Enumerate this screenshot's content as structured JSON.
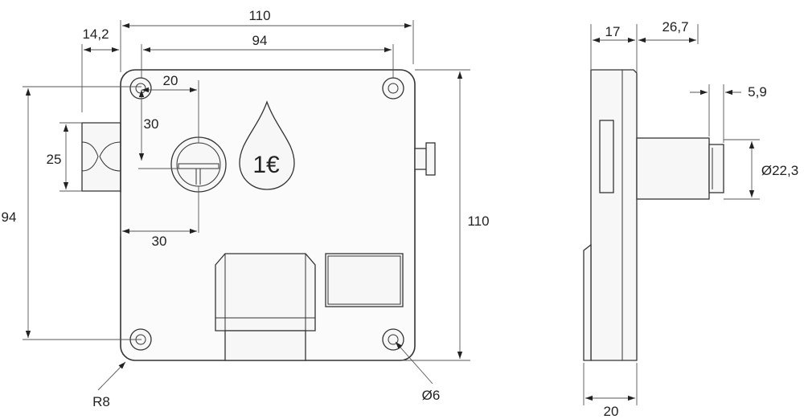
{
  "coin_label": "1€",
  "dimensions": {
    "overall_width": "110",
    "hole_spacing_x": "94",
    "left_offset": "14,2",
    "keyhole_x": "20",
    "keyhole_y": "30",
    "slot_height": "25",
    "hole_spacing_y": "94",
    "keyhole_width": "30",
    "overall_height": "110",
    "corner_radius": "R8",
    "hole_diameter": "Ø6",
    "side_thickness": "17",
    "cylinder_length": "26,7",
    "cylinder_step": "5,9",
    "cylinder_diameter": "Ø22,3",
    "base_thickness": "20"
  }
}
